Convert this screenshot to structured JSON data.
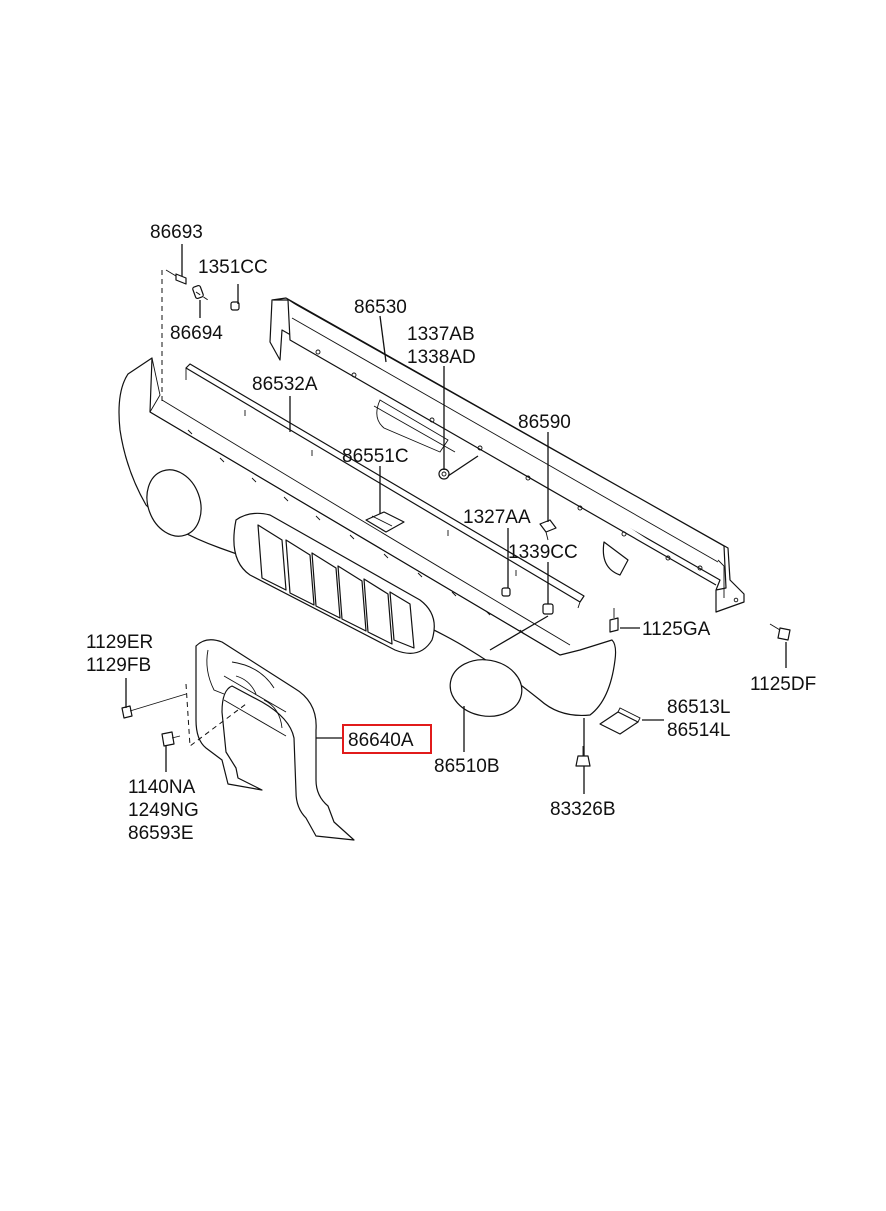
{
  "parts": {
    "p86693": "86693",
    "p1351CC": "1351CC",
    "p86694": "86694",
    "p86530": "86530",
    "p1337AB": "1337AB",
    "p1338AD": "1338AD",
    "p86532A": "86532A",
    "p86590": "86590",
    "p86551C": "86551C",
    "p1327AA": "1327AA",
    "p1339CC": "1339CC",
    "p1125GA": "1125GA",
    "p1125DF": "1125DF",
    "p1129ER": "1129ER",
    "p1129FB": "1129FB",
    "p86640A": "86640A",
    "p86513L": "86513L",
    "p86514L": "86514L",
    "p86510B": "86510B",
    "p1140NA": "1140NA",
    "p1249NG": "1249NG",
    "p86593E": "86593E",
    "p83326B": "83326B"
  },
  "highlight_color": "#e11b1b"
}
